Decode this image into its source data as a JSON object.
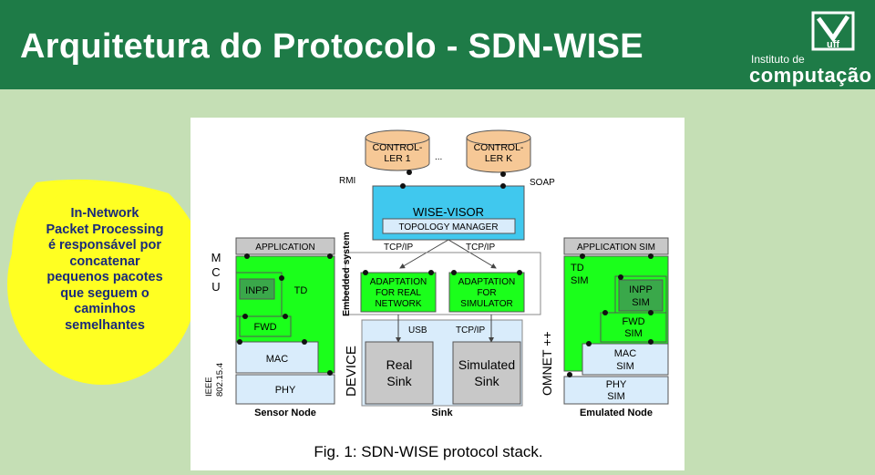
{
  "slide": {
    "title": "Arquitetura do Protocolo - SDN-WISE",
    "logo": {
      "line1": "Instituto de",
      "line2": "computação",
      "mark": "uff"
    },
    "callout": [
      "In-Network",
      "Packet Processing",
      "é responsável por",
      "concatenar",
      "pequenos pacotes",
      "que seguem o",
      "caminhos",
      "semelhantes"
    ]
  },
  "figure": {
    "caption": "Fig. 1: SDN-WISE protocol stack.",
    "controllers": {
      "c1": [
        "CONTROL-",
        "LER 1"
      ],
      "ck": [
        "CONTROL-",
        "LER K"
      ],
      "dots": "..."
    },
    "protocols": {
      "rmi": "RMI",
      "soap": "SOAP",
      "tcpip": "TCP/IP",
      "usb": "USB"
    },
    "wisevisor": {
      "title": "WISE-VISOR",
      "topology": "TOPOLOGY MANAGER"
    },
    "adaptation_real": [
      "ADAPTATION",
      "FOR REAL",
      "NETWORK"
    ],
    "adaptation_sim": [
      "ADAPTATION",
      "FOR",
      "SIMULATOR"
    ],
    "sensor_node": {
      "application": "APPLICATION",
      "inpp": "INPP",
      "td": "TD",
      "fwd": "FWD",
      "mac": "MAC",
      "phy": "PHY",
      "mcu": [
        "M",
        "C",
        "U"
      ],
      "ieee": [
        "IEEE",
        "802.15.4"
      ],
      "label": "Sensor Node"
    },
    "sink": {
      "embedded": "Embedded system",
      "device": "DEVICE",
      "real": [
        "Real",
        "Sink"
      ],
      "simulated": [
        "Simulated",
        "Sink"
      ],
      "label": "Sink"
    },
    "emulated_node": {
      "application": "APPLICATION SIM",
      "td": [
        "TD",
        "SIM"
      ],
      "inpp": [
        "INPP",
        "SIM"
      ],
      "fwd": [
        "FWD",
        "SIM"
      ],
      "mac": [
        "MAC",
        "SIM"
      ],
      "phy": [
        "PHY",
        "SIM"
      ],
      "omnet": "OMNET ++",
      "label": "Emulated Node"
    },
    "colors": {
      "green": "#1bff1b",
      "gray": "#c8c8c8",
      "lightblue": "#d9ecfb",
      "cyan": "#40c8ee",
      "controller": "#f6c896",
      "bubble": "#ffff22"
    }
  }
}
